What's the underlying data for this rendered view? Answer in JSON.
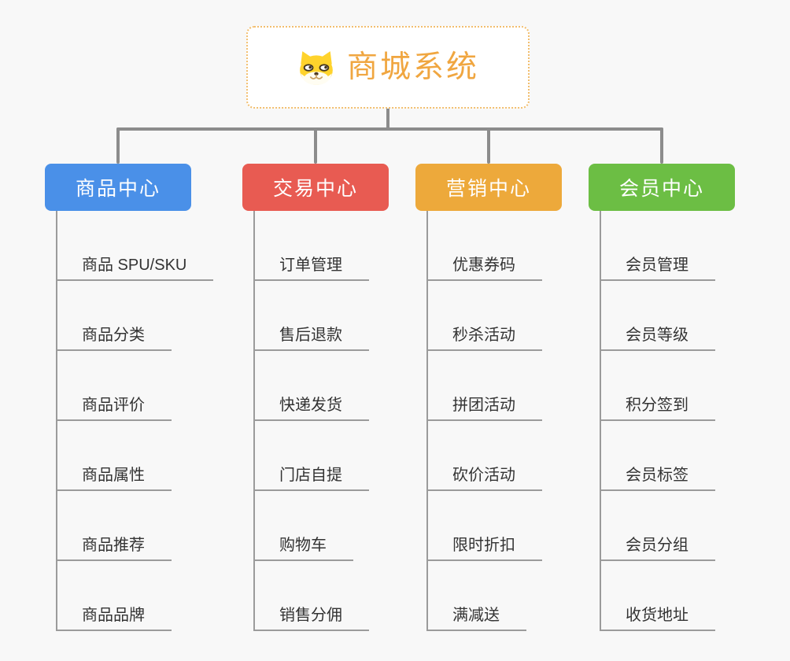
{
  "root": {
    "label": "商城系统",
    "icon": "dog-face-icon",
    "accent_color": "#f0a640",
    "border_color": "#f2be6e"
  },
  "groups": [
    {
      "label": "商品中心",
      "color": "#4a90e8",
      "items": [
        "商品 SPU/SKU",
        "商品分类",
        "商品评价",
        "商品属性",
        "商品推荐",
        "商品品牌"
      ]
    },
    {
      "label": "交易中心",
      "color": "#e85b52",
      "items": [
        "订单管理",
        "售后退款",
        "快递发货",
        "门店自提",
        "购物车",
        "销售分佣"
      ]
    },
    {
      "label": "营销中心",
      "color": "#eda93b",
      "items": [
        "优惠券码",
        "秒杀活动",
        "拼团活动",
        "砍价活动",
        "限时折扣",
        "满减送"
      ]
    },
    {
      "label": "会员中心",
      "color": "#6cbe44",
      "items": [
        "会员管理",
        "会员等级",
        "积分签到",
        "会员标签",
        "会员分组",
        "收货地址"
      ]
    }
  ]
}
